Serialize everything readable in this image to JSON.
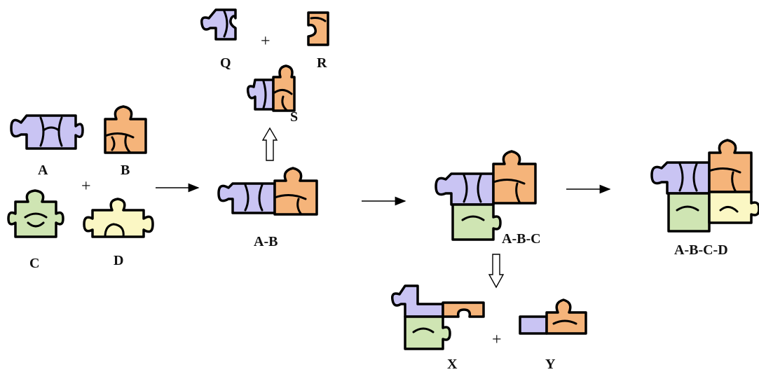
{
  "colors": {
    "lavender": "#c9c4f3",
    "orange": "#f5b47a",
    "green": "#cfe5b3",
    "yellow": "#fbf7c4"
  },
  "labels": {
    "A": "A",
    "B": "B",
    "C": "C",
    "D": "D",
    "AB": "A-B",
    "ABC": "A-B-C",
    "ABCD": "A-B-C-D",
    "Q": "Q",
    "R": "R",
    "S": "S",
    "X": "X",
    "Y": "Y"
  },
  "operators": {
    "plus": "+"
  }
}
